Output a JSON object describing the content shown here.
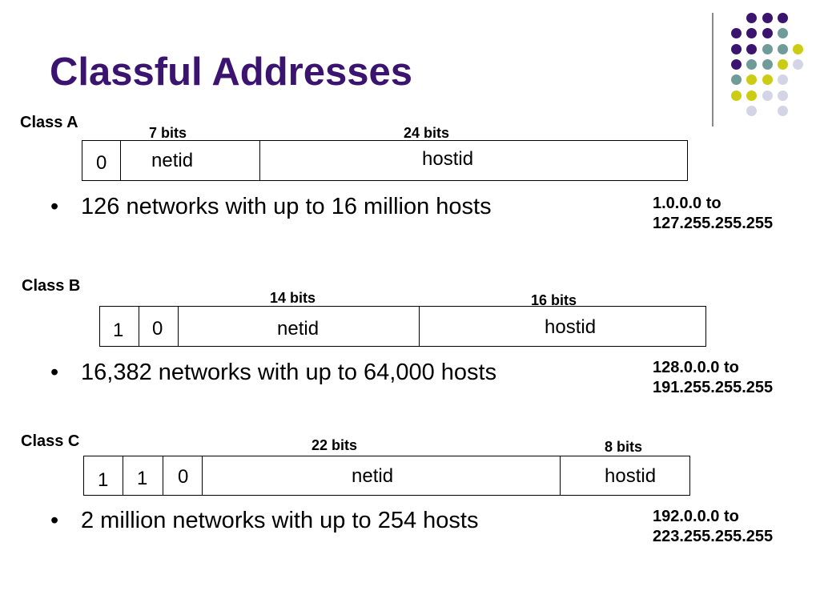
{
  "title": "Classful Addresses",
  "palette": {
    "purple": "#3b1470",
    "teal": "#6f9b98",
    "yellow": "#cccc14",
    "lavender": "#d4d4e6"
  },
  "class_a": {
    "label": "Class A",
    "bits": [
      "7 bits",
      "24 bits"
    ],
    "fields": [
      "0",
      "netid",
      "hostid"
    ],
    "bullet": "126 networks with up to 16 million hosts",
    "range_line1": "1.0.0.0 to",
    "range_line2": "127.255.255.255"
  },
  "class_b": {
    "label": "Class B",
    "bits": [
      "14 bits",
      "16 bits"
    ],
    "fields": [
      "1",
      "0",
      "netid",
      "hostid"
    ],
    "bullet": "16,382 networks with up to 64,000 hosts",
    "range_line1": "128.0.0.0 to",
    "range_line2": "191.255.255.255"
  },
  "class_c": {
    "label": "Class C",
    "bits": [
      "22 bits",
      "8 bits"
    ],
    "fields": [
      "1",
      "1",
      "0",
      "netid",
      "hostid"
    ],
    "bullet": "2 million networks with up to 254 hosts",
    "range_line1": "192.0.0.0 to",
    "range_line2": "223.255.255.255"
  },
  "bullet_char": "•"
}
